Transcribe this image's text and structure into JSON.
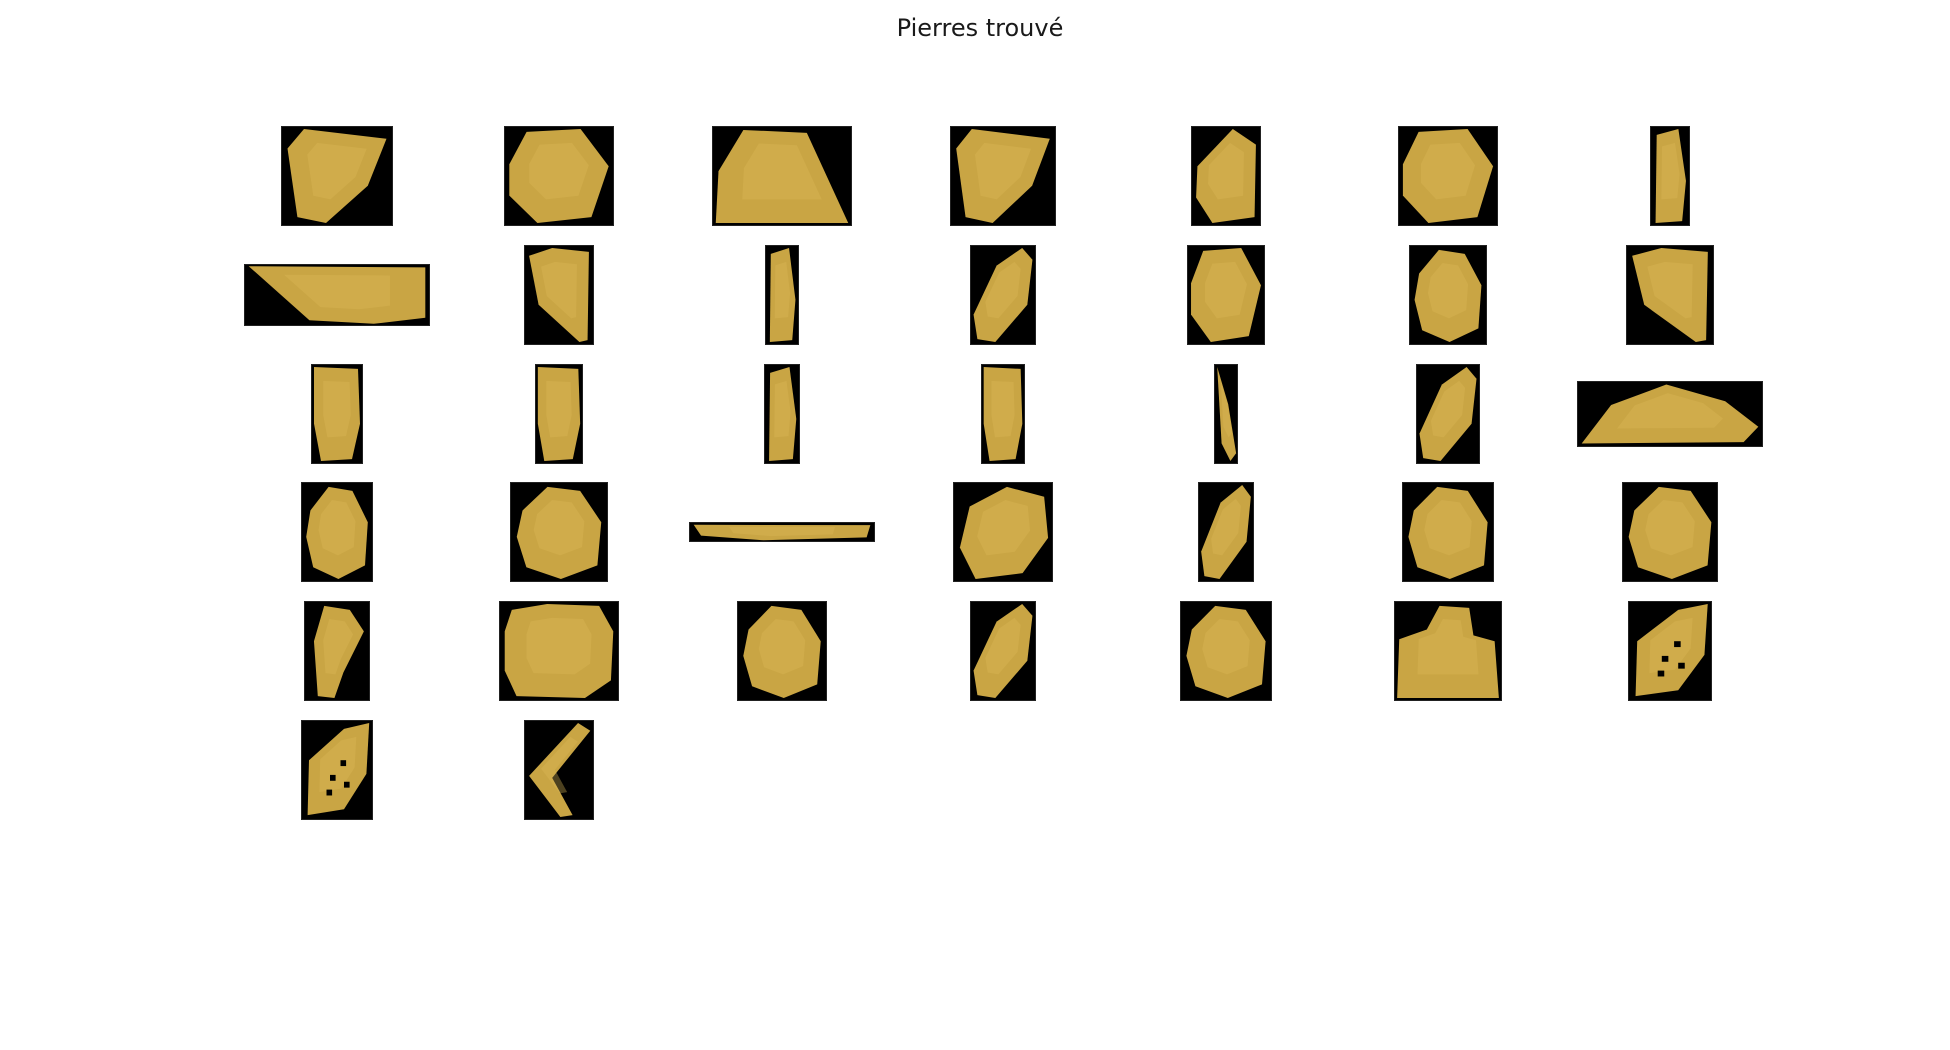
{
  "figure": {
    "title": "Pierres trouvé"
  },
  "colors": {
    "tile_background": "#000000",
    "stone_fill": "#c9a544",
    "stone_shade": "#b38f36",
    "stone_light": "#dcbb58"
  },
  "grid": {
    "rows": 6,
    "columns": 7,
    "tile_count": 37
  },
  "stones": [
    {
      "row": 1,
      "column": 1,
      "shape": "pentagon"
    },
    {
      "row": 1,
      "column": 2,
      "shape": "hexagon"
    },
    {
      "row": 1,
      "column": 3,
      "shape": "trapezoid"
    },
    {
      "row": 1,
      "column": 4,
      "shape": "pentagon"
    },
    {
      "row": 1,
      "column": 5,
      "shape": "pentagon-tall"
    },
    {
      "row": 1,
      "column": 6,
      "shape": "hexagon"
    },
    {
      "row": 1,
      "column": 7,
      "shape": "sliver"
    },
    {
      "row": 2,
      "column": 1,
      "shape": "flat-wedge"
    },
    {
      "row": 2,
      "column": 2,
      "shape": "wedge"
    },
    {
      "row": 2,
      "column": 3,
      "shape": "sliver"
    },
    {
      "row": 2,
      "column": 4,
      "shape": "slanted-oval"
    },
    {
      "row": 2,
      "column": 5,
      "shape": "hexagon"
    },
    {
      "row": 2,
      "column": 6,
      "shape": "rounded"
    },
    {
      "row": 2,
      "column": 7,
      "shape": "wedge"
    },
    {
      "row": 3,
      "column": 1,
      "shape": "bar"
    },
    {
      "row": 3,
      "column": 2,
      "shape": "bar"
    },
    {
      "row": 3,
      "column": 3,
      "shape": "sliver"
    },
    {
      "row": 3,
      "column": 4,
      "shape": "bar"
    },
    {
      "row": 3,
      "column": 5,
      "shape": "needle"
    },
    {
      "row": 3,
      "column": 6,
      "shape": "slanted-oval"
    },
    {
      "row": 3,
      "column": 7,
      "shape": "flat-mound"
    },
    {
      "row": 4,
      "column": 1,
      "shape": "rounded"
    },
    {
      "row": 4,
      "column": 2,
      "shape": "rounded"
    },
    {
      "row": 4,
      "column": 3,
      "shape": "strip"
    },
    {
      "row": 4,
      "column": 4,
      "shape": "oval"
    },
    {
      "row": 4,
      "column": 5,
      "shape": "slanted-oval"
    },
    {
      "row": 4,
      "column": 6,
      "shape": "rounded"
    },
    {
      "row": 4,
      "column": 7,
      "shape": "rounded"
    },
    {
      "row": 5,
      "column": 1,
      "shape": "drop"
    },
    {
      "row": 5,
      "column": 2,
      "shape": "block"
    },
    {
      "row": 5,
      "column": 3,
      "shape": "rounded"
    },
    {
      "row": 5,
      "column": 4,
      "shape": "slanted-oval"
    },
    {
      "row": 5,
      "column": 5,
      "shape": "rounded"
    },
    {
      "row": 5,
      "column": 6,
      "shape": "mound"
    },
    {
      "row": 5,
      "column": 7,
      "shape": "speckled"
    },
    {
      "row": 6,
      "column": 1,
      "shape": "speckled"
    },
    {
      "row": 6,
      "column": 2,
      "shape": "chevron"
    }
  ]
}
